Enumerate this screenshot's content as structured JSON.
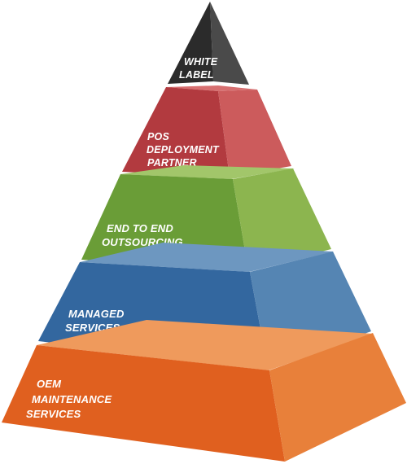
{
  "pyramid": {
    "tiers": [
      {
        "lines": [
          "WHITE",
          "LABEL"
        ],
        "front_color": "#2b2b2b",
        "side_color": "#4a4a4a",
        "top_color": "#3a3a3a"
      },
      {
        "lines": [
          "POS",
          "DEPLOYMENT",
          "PARTNER"
        ],
        "front_color": "#b23a3f",
        "side_color": "#cc5b5c",
        "top_color": "#d76f70"
      },
      {
        "lines": [
          "END TO END",
          "OUTSOURCING"
        ],
        "front_color": "#6a9d37",
        "side_color": "#8cb54f",
        "top_color": "#a2c66a"
      },
      {
        "lines": [
          "MANAGED",
          "SERVICES"
        ],
        "front_color": "#33679f",
        "side_color": "#5585b3",
        "top_color": "#6d97c0"
      },
      {
        "lines": [
          "OEM",
          "MAINTENANCE",
          "SERVICES"
        ],
        "front_color": "#e0601f",
        "side_color": "#e8803a",
        "top_color": "#ef9a5c"
      }
    ]
  }
}
